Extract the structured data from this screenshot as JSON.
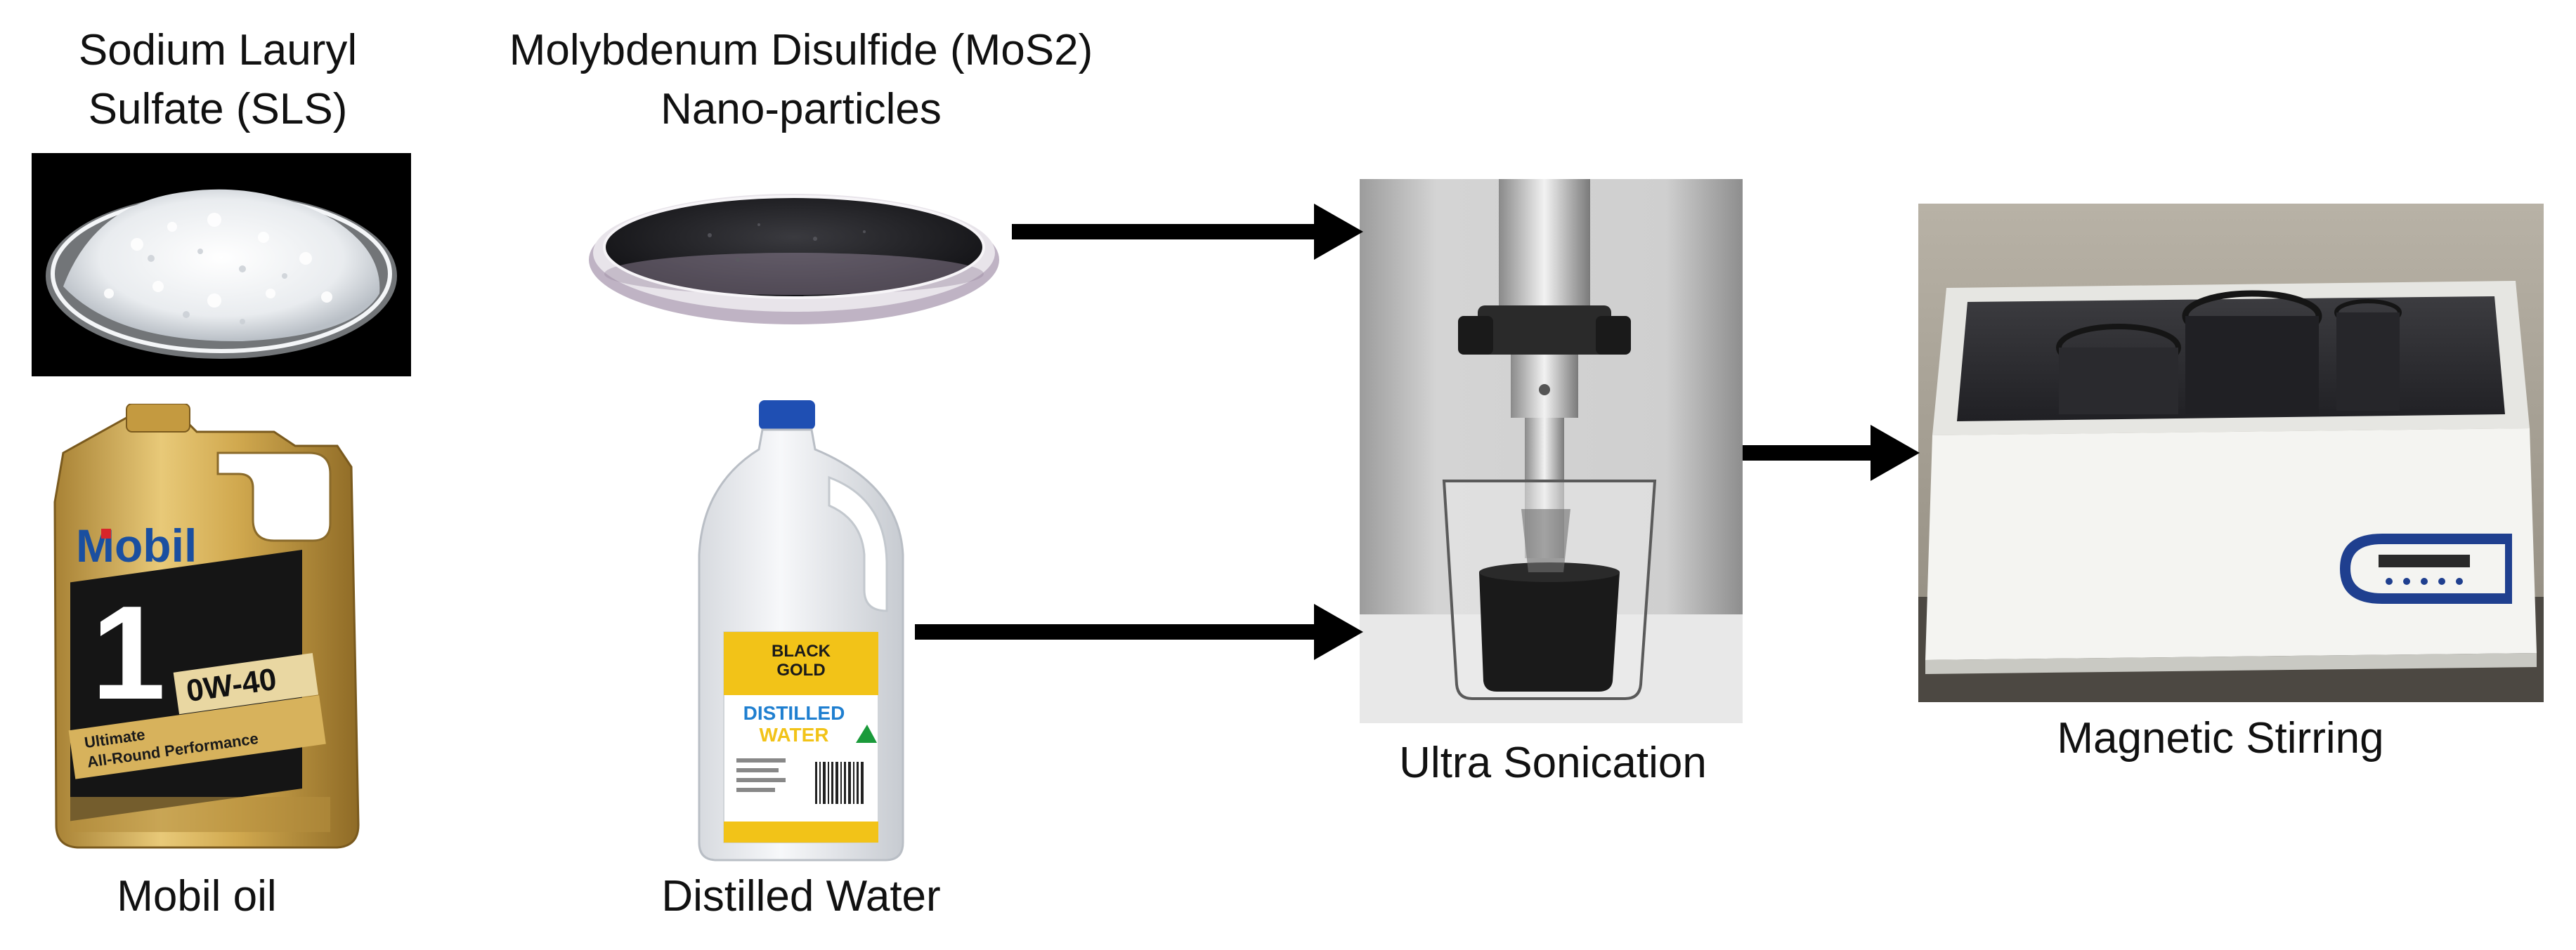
{
  "labels": {
    "sls_line1": "Sodium Lauryl",
    "sls_line2": "Sulfate (SLS)",
    "mos2_line1": "Molybdenum Disulfide (MoS2)",
    "mos2_line2": "Nano-particles",
    "mobil_oil": "Mobil oil",
    "distilled_water": "Distilled Water",
    "ultra_sonication": "Ultra Sonication",
    "magnetic_stirring": "Magnetic Stirring"
  },
  "bottle_text": {
    "brand": "Mobil",
    "number": "1",
    "grade": "0W-40",
    "line1": "Ultimate",
    "line2": "All-Round Performance"
  },
  "water_bottle_text": {
    "brand_top": "BLACK",
    "brand_bottom": "GOLD",
    "product_top": "DISTILLED",
    "product_bottom": "WATER"
  },
  "colors": {
    "arrow": "#000000",
    "oil_gold": "#c9a24a",
    "mobil_blue": "#1a4fa0",
    "mobil_red": "#d9252a",
    "water_label_yellow": "#f2c318",
    "water_cap_blue": "#1f4fb3"
  }
}
